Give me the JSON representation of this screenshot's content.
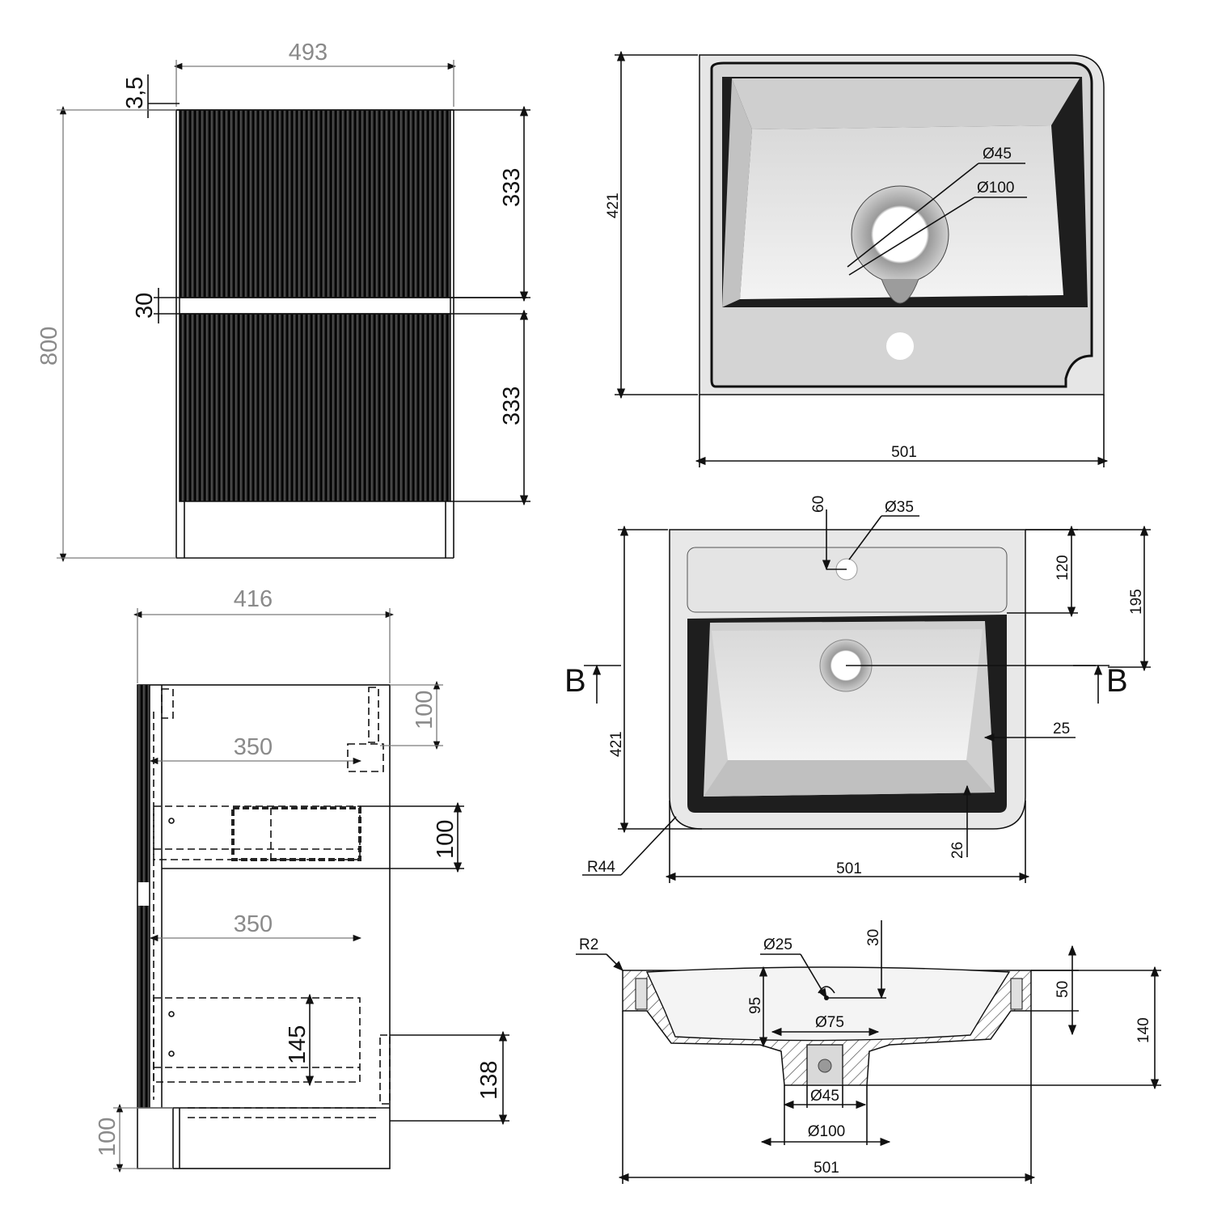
{
  "colors": {
    "line": "#111111",
    "dimension_gray": "#8a8a8a",
    "basin_light": "#e3e3e3",
    "basin_mid": "#c9c9c9",
    "basin_dark": "#1c1c1c",
    "fluting": "#1a1a1a"
  },
  "front_view": {
    "width": "493",
    "top_gap": "3,5",
    "height": "800",
    "upper_drawer": "333",
    "gap": "30",
    "lower_drawer": "333"
  },
  "side_view": {
    "depth": "416",
    "top_offset": "100",
    "upper_drawer_depth": "350",
    "upper_drawer_height": "100",
    "lower_drawer_depth": "350",
    "lower_drawer_height": "145",
    "bottom_height": "138",
    "leg_height": "100"
  },
  "basin_top": {
    "depth": "421",
    "width": "501",
    "overflow_dia": "Ø45",
    "drain_dia": "Ø100"
  },
  "basin_plan": {
    "tap_offset": "60",
    "tap_dia": "Ø35",
    "deck_depth": "120",
    "bowl_edge": "195",
    "depth": "421",
    "wall": "25",
    "bottom_wall": "26",
    "corner_radius": "R44",
    "width": "501",
    "section_left": "B",
    "section_right": "B"
  },
  "section_bb": {
    "edge_radius": "R2",
    "overflow_dia": "Ø25",
    "overflow_offset": "30",
    "bowl_depth": "95",
    "drain_dia": "Ø75",
    "rim": "50",
    "total_height": "140",
    "waste_dia": "Ø45",
    "outlet_dia": "Ø100",
    "width": "501"
  }
}
